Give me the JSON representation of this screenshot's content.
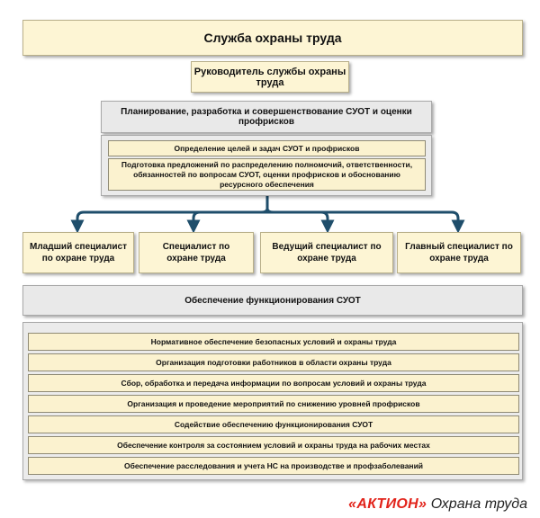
{
  "title": "Служба охраны труда",
  "head": "Руководитель службы охраны труда",
  "planning": "Планирование, разработка и совершенствование СУОТ и оценки профрисков",
  "planning_items": [
    "Определение целей и задач СУОТ и профрисков",
    "Подготовка предложений по распределению полномочий, ответственности, обязанностей по вопросам СУОТ, оценки профрисков и обоснованию ресурсного обеспечения"
  ],
  "specialists": [
    "Младший специалист по охране труда",
    "Специалист по охране труда",
    "Ведущий специалист по охране труда",
    "Главный специалист по охране труда"
  ],
  "support_header": "Обеспечение функционирования СУОТ",
  "support_items": [
    "Нормативное обеспечение безопасных условий и охраны труда",
    "Организация подготовки работников в области охраны труда",
    "Сбор, обработка и передача информации по вопросам условий и охраны труда",
    "Организация и проведение мероприятий по снижению уровней профрисков",
    "Содействие обеспечению функционирования СУОТ",
    "Обеспечение контроля за состоянием условий и охраны труда на рабочих местах",
    "Обеспечение расследования и учета НС на производстве и профзаболеваний"
  ],
  "brand": {
    "logo": "«АКТИОН»",
    "tagline": "Охрана труда"
  },
  "colors": {
    "connector": "#1f4e6b",
    "brand_red": "#e2231a",
    "box_yellow": "#fdf5d4",
    "box_gray": "#e9e9e9"
  }
}
